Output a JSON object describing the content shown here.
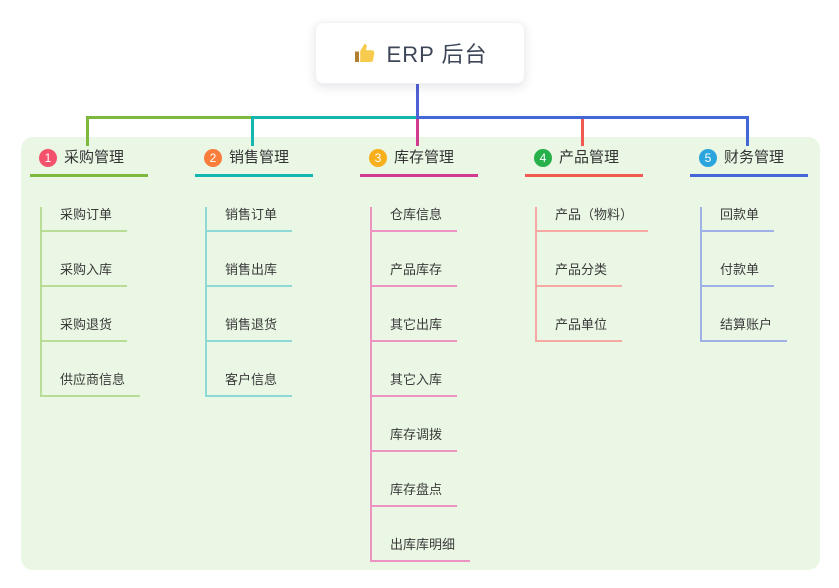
{
  "root": {
    "title": "ERP 后台",
    "icon": "thumbs-up-icon"
  },
  "branches": [
    {
      "badge": "1",
      "title": "采购管理",
      "color": "#7cb93e",
      "light": "#b9dc96",
      "badge_color": "#f4516c",
      "items": [
        "采购订单",
        "采购入库",
        "采购退货",
        "供应商信息"
      ]
    },
    {
      "badge": "2",
      "title": "销售管理",
      "color": "#14b7b0",
      "light": "#8ed9d4",
      "badge_color": "#fa7d3c",
      "items": [
        "销售订单",
        "销售出库",
        "销售退货",
        "客户信息"
      ]
    },
    {
      "badge": "3",
      "title": "库存管理",
      "color": "#d23b8f",
      "light": "#ec93c4",
      "badge_color": "#f7b01c",
      "items": [
        "仓库信息",
        "产品库存",
        "其它出库",
        "其它入库",
        "库存调拨",
        "库存盘点",
        "出库库明细"
      ]
    },
    {
      "badge": "4",
      "title": "产品管理",
      "color": "#f05a50",
      "light": "#f6a8a2",
      "badge_color": "#27b14b",
      "items": [
        "产品（物料）",
        "产品分类",
        "产品单位"
      ]
    },
    {
      "badge": "5",
      "title": "财务管理",
      "color": "#4566d6",
      "light": "#9fb1e8",
      "badge_color": "#2ba5de",
      "items": [
        "回款单",
        "付款单",
        "结算账户"
      ]
    }
  ],
  "colors": {
    "trunk": "#4f5fd5",
    "panel_bg": "#e9f7e4"
  }
}
